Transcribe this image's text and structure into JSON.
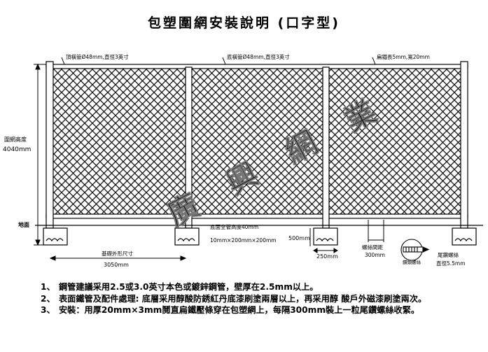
{
  "title": "包塑圍網安裝說明 (口字型)",
  "callouts": {
    "top_rail_1": "頂橫管Ø48mm,直徑3英寸",
    "top_rail_2": "底橫管Ø48mm,直徑3英寸",
    "post": "扁鐵長5mm,寬20mm",
    "height_label": "圍網高度",
    "height_value": "4040mm",
    "ground": "地面",
    "bottom_pipe": "底面全管高度40mm",
    "base_dims": "10mm×200mm×200mm",
    "depth": "500mm",
    "footing_label": "基礎外形尺寸",
    "footing_value": "3050mm",
    "width_250": "250mm",
    "spacing_label": "螺絲間距",
    "spacing_value": "300mm",
    "bolt_label": "尾鑽螺絲",
    "bolt_value": "直徑5.5mm",
    "bolt_tag": "鑽頭螺絲"
  },
  "watermark": "廣 興 網 業",
  "notes": [
    {
      "num": "1、",
      "text": "鋼管建議采用2.5或3.0英寸本色或鍍鋅鋼管，壁厚在2.5mm以上。"
    },
    {
      "num": "2、",
      "text": "表面鐵管及配件處理: 底層采用醇酸防銹紅丹底漆刷塗兩層以上，再采用醇 酸戶外磁漆刷塗兩次。"
    },
    {
      "num": "3、",
      "text": "安裝：用厚20mm×3mm鬩直扁鐵壓條穿在包塑網上，每隔300mm裝上一粒尾鑽螺絲收緊。"
    }
  ]
}
